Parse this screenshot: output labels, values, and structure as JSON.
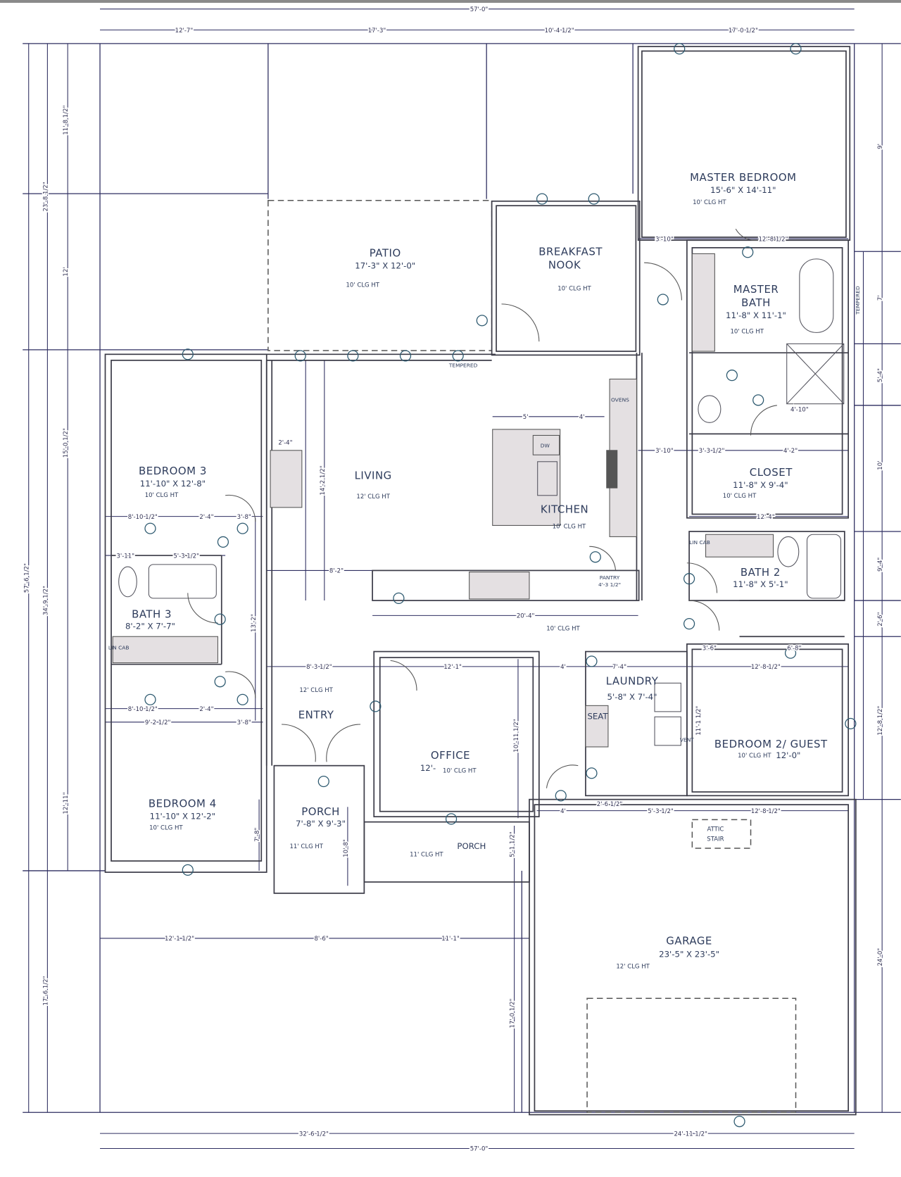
{
  "plan": {
    "rooms": {
      "master_bedroom": {
        "name": "MASTER BEDROOM",
        "size": "15'-6\" X 14'-11\"",
        "ceiling": "10' CLG HT"
      },
      "patio": {
        "name": "PATIO",
        "size": "17'-3\" X 12'-0\"",
        "ceiling": "10' CLG HT"
      },
      "breakfast_nook": {
        "name_1": "BREAKFAST",
        "name_2": "NOOK",
        "ceiling": "10' CLG HT"
      },
      "master_bath": {
        "name_1": "MASTER",
        "name_2": "BATH",
        "size": "11'-8\" X 11'-1\"",
        "ceiling": "10' CLG HT"
      },
      "living": {
        "name": "LIVING",
        "ceiling": "12' CLG HT"
      },
      "bedroom_3": {
        "name": "BEDROOM 3",
        "size": "11'-10\" X 12'-8\"",
        "ceiling": "10' CLG HT"
      },
      "kitchen": {
        "name": "KITCHEN",
        "ceiling": "10' CLG HT"
      },
      "closet": {
        "name": "CLOSET",
        "size": "11'-8\" X 9'-4\"",
        "ceiling": "10' CLG HT"
      },
      "bath_2": {
        "name": "BATH 2",
        "size": "11'-8\" X 5'-1\""
      },
      "pantry": {
        "name": "PANTRY",
        "size": "4'-3 1/2\""
      },
      "hall": {
        "ceiling": "10' CLG HT"
      },
      "bath_3": {
        "name": "BATH 3",
        "size": "8'-2\" X 7'-7\""
      },
      "laundry": {
        "name": "LAUNDRY",
        "size": "5'-8\" X 7'-4\""
      },
      "entry": {
        "name": "ENTRY",
        "ceiling": "12' CLG HT"
      },
      "office": {
        "name": "OFFICE",
        "size": "12'-",
        "ceiling": "10' CLG HT"
      },
      "bedroom_2": {
        "name": "BEDROOM 2/ GUEST",
        "ceiling": "10' CLG HT",
        "size": "12'-0\""
      },
      "bedroom_4": {
        "name": "BEDROOM 4",
        "size": "11'-10\" X 12'-2\"",
        "ceiling": "10' CLG HT"
      },
      "porch_front": {
        "name": "PORCH",
        "size": "7'-8\" X 9'-3\"",
        "ceiling": "11' CLG HT"
      },
      "porch_side": {
        "name": "PORCH",
        "ceiling": "11' CLG HT"
      },
      "garage": {
        "name": "GARAGE",
        "size": "23'-5\" X 23'-5\"",
        "ceiling": "12' CLG HT"
      }
    },
    "fixtures": {
      "ovens": "OVENS",
      "dishwasher": "DW",
      "seat": "SEAT",
      "vent": "VENT",
      "lin_cab_1": "LIN CAB",
      "lin_cab_2": "LIN CAB",
      "attic_1": "ATTIC",
      "attic_2": "STAIR",
      "tempered_1": "TEMPERED",
      "tempered_2": "TEMPERED"
    },
    "dimensions": {
      "top_overall": "57'-0\"",
      "top_1": "12'-7\"",
      "top_2": "17'-3\"",
      "top_3": "10'-4 1/2\"",
      "top_4": "17'-0 1/2\"",
      "bottom_1": "32'-6 1/2\"",
      "bottom_2": "24'-11 1/2\"",
      "bottom_overall": "57'-0\"",
      "porch_1": "12'-1 1/2\"",
      "porch_2": "8'-6\"",
      "porch_3": "11'-1\"",
      "left_a1": "11'-8 1/2\"",
      "left_a2": "12'",
      "left_a3": "15'-0 1/2\"",
      "left_a4": "12'-11\"",
      "left_a5": "17'-6 1/2\"",
      "left_b1": "23'-8 1/2\"",
      "left_b2": "34'-9 1/2\"",
      "left_overall": "57'-6 1/2\"",
      "right_1": "9'",
      "right_2": "7'",
      "right_3": "5'-4\"",
      "right_4": "10'",
      "right_5": "9'-4\"",
      "right_6": "2'-6\"",
      "right_7": "12'-8 1/2\"",
      "right_8": "24'-0\"",
      "mb_1": "3'-10\"",
      "mb_2": "12'-8 1/2\"",
      "cl_1": "3'-10\"",
      "cl_2": "3'-3 1/2\"",
      "cl_3": "4'-2\"",
      "cl_4": "12'-4\"",
      "shower": "4'-10\"",
      "kitchen_1": "5'",
      "kitchen_2": "4'",
      "kitchen_3": "20'-4\"",
      "living_1": "2'-4\"",
      "living_2": "14'-2 1/2\"",
      "living_3": "8'-2\"",
      "b3_1": "8'-10 1/2\"",
      "b3_2": "2'-4\"",
      "b3_3": "3'-8\"",
      "b3_4": "3'-11\"",
      "b3_5": "5'-3 1/2\"",
      "hall_1": "13'-2\"",
      "b4_1": "8'-10 1/2\"",
      "b4_2": "9'-2 1/2\"",
      "b4_3": "2'-4\"",
      "b4_4": "3'-8\"",
      "entry_1": "8'-3 1/2\"",
      "office_1": "12'-1\"",
      "office_2": "10'-11 1/2\"",
      "laundry_1": "7'-4\"",
      "laundry_2": "4'",
      "bed2_1": "3'-6\"",
      "bed2_2": "6'-8\"",
      "bed2_3": "12'-8 1/2\"",
      "bed2_4": "11'-1 1/2\"",
      "gar_1": "4'",
      "gar_2": "2'-6 1/2\"",
      "gar_3": "5'-3 1/2\"",
      "gar_4": "12'-8 1/2\"",
      "porch_v": "10'-8\"",
      "porch_v2": "5'-1 1/2\"",
      "side_v": "17'-0 1/2\"",
      "bed4_v": "7'-8\""
    }
  }
}
